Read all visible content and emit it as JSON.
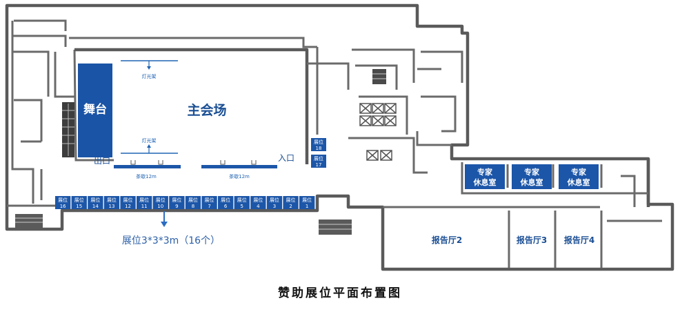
{
  "map": {
    "stage": "舞台",
    "main_hall": "主会场",
    "exit": "出口",
    "entrance": "入口",
    "light_rack_top": "灯光架",
    "light_rack_bottom": "灯光架",
    "seating_left": "茶歇12m",
    "seating_right": "茶歇12m",
    "booth_note": "展位3*3*3m（16个）",
    "expert_lounges": [
      "专家休息室",
      "专家休息室",
      "专家休息室"
    ],
    "report_halls": [
      "报告厅2",
      "报告厅3",
      "报告厅4"
    ],
    "booths_row": [
      {
        "label": "展位",
        "num": "16"
      },
      {
        "label": "展位",
        "num": "15"
      },
      {
        "label": "展位",
        "num": "14"
      },
      {
        "label": "展位",
        "num": "13"
      },
      {
        "label": "展位",
        "num": "12"
      },
      {
        "label": "展位",
        "num": "11"
      },
      {
        "label": "展位",
        "num": "10"
      },
      {
        "label": "展位",
        "num": "9"
      },
      {
        "label": "展位",
        "num": "8"
      },
      {
        "label": "展位",
        "num": "7"
      },
      {
        "label": "展位",
        "num": "6"
      },
      {
        "label": "展位",
        "num": "5"
      },
      {
        "label": "展位",
        "num": "4"
      },
      {
        "label": "展位",
        "num": "3"
      },
      {
        "label": "展位",
        "num": "2"
      },
      {
        "label": "展位",
        "num": "1"
      }
    ],
    "booths_side": [
      {
        "label": "展位",
        "num": "18"
      },
      {
        "label": "展位",
        "num": "17"
      }
    ],
    "colors": {
      "booth": "#1c56a8",
      "stage": "#1a54a7",
      "text_blue": "#1f63b3",
      "wall": "#5a5a5a"
    }
  },
  "caption": "赞助展位平面布置图"
}
